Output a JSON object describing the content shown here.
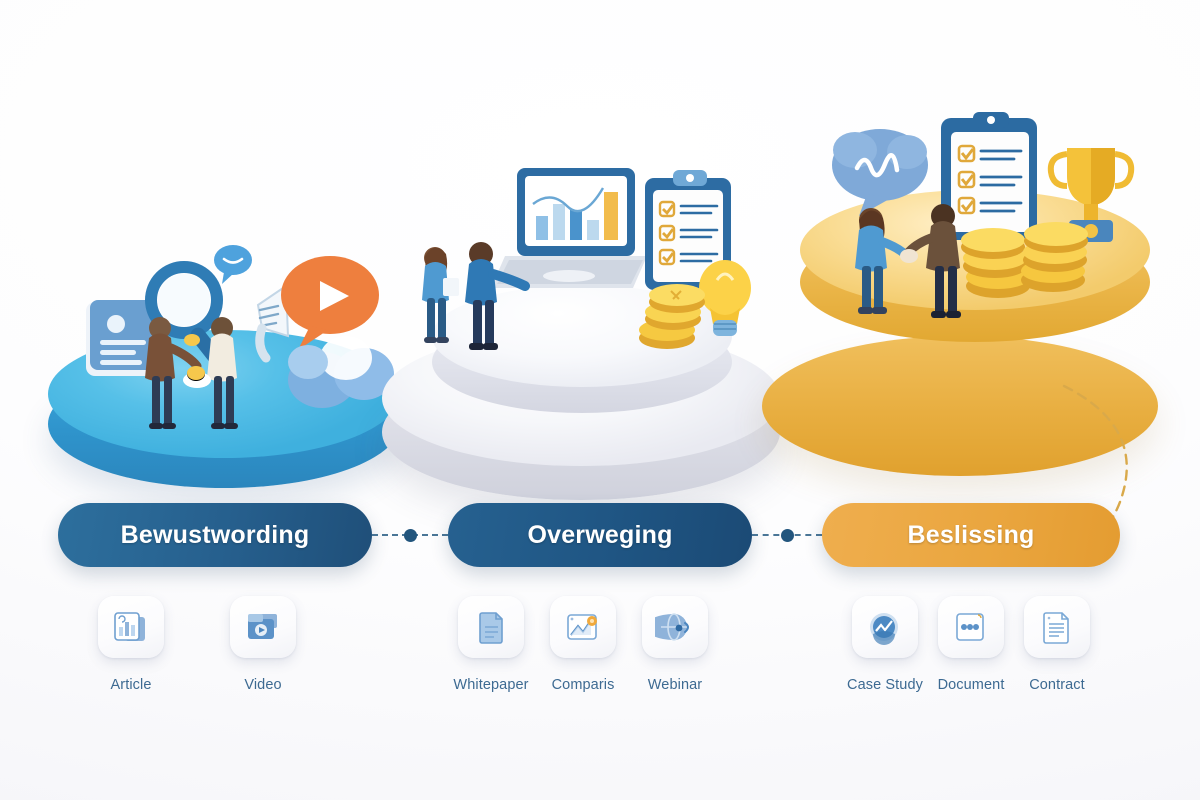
{
  "theme": {
    "background": "#fcfcfd",
    "blue_stage": "#265f8d",
    "gold_stage": "#eaa63f",
    "label_text": "#3d6a92",
    "connector": "#22557d"
  },
  "funnel": {
    "stages": [
      {
        "id": "awareness",
        "label": "Bewustwording",
        "platform_color": "#4fb9e3",
        "pill_color": "#265f8d",
        "scene_items": [
          "magnifier-icon",
          "speech-bubble-icon",
          "play-button-bubble-icon",
          "cloud-icon",
          "megaphone-icon",
          "profile-card-icon",
          "two-people-figure"
        ],
        "assets": [
          {
            "label": "Article",
            "icon": "article-icon"
          },
          {
            "label": "Video",
            "icon": "video-icon"
          }
        ]
      },
      {
        "id": "consideration",
        "label": "Overweging",
        "platform_color": "#eceef4",
        "pill_color": "#1f5583",
        "scene_items": [
          "laptop-chart-icon",
          "clipboard-checklist-icon",
          "lightbulb-icon",
          "coin-stack-icon",
          "two-people-figure"
        ],
        "assets": [
          {
            "label": "Whitepaper",
            "icon": "whitepaper-icon"
          },
          {
            "label": "Comparis",
            "icon": "comparison-chart-icon"
          },
          {
            "label": "Webinar",
            "icon": "webinar-icon"
          }
        ]
      },
      {
        "id": "decision",
        "label": "Beslissing",
        "platform_color": "#f3cb6c",
        "pill_color": "#eaa63f",
        "scene_items": [
          "chat-bubble-signature-icon",
          "clipboard-checklist-icon",
          "trophy-icon",
          "coin-stack-icon",
          "handshake-figure"
        ],
        "assets": [
          {
            "label": "Case Study",
            "icon": "case-study-icon"
          },
          {
            "label": "Document",
            "icon": "document-icon"
          },
          {
            "label": "Contract",
            "icon": "contract-icon"
          }
        ]
      }
    ]
  }
}
